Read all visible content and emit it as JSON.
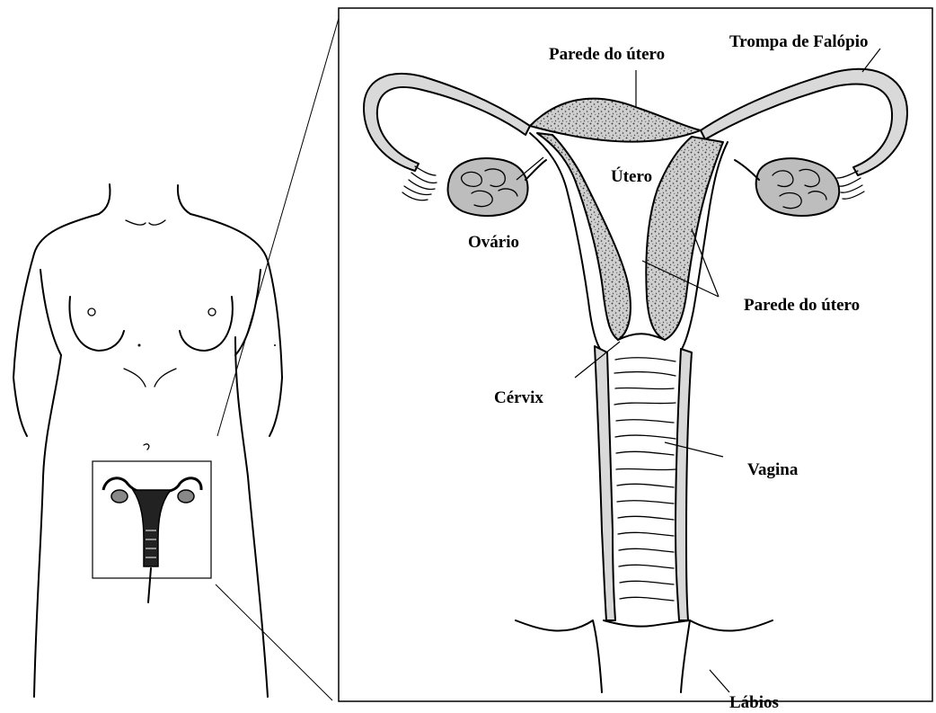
{
  "labels": {
    "uterine_wall_top": "Parede do útero",
    "fallopian_tube": "Trompa de Falópio",
    "uterus": "Útero",
    "ovary": "Ovário",
    "uterine_wall_side": "Parede do útero",
    "cervix": "Cérvix",
    "vagina": "Vagina",
    "labia": "Lábios"
  },
  "colors": {
    "line": "#000000",
    "tissue_fill": "#c8c8c8",
    "background": "#ffffff"
  }
}
